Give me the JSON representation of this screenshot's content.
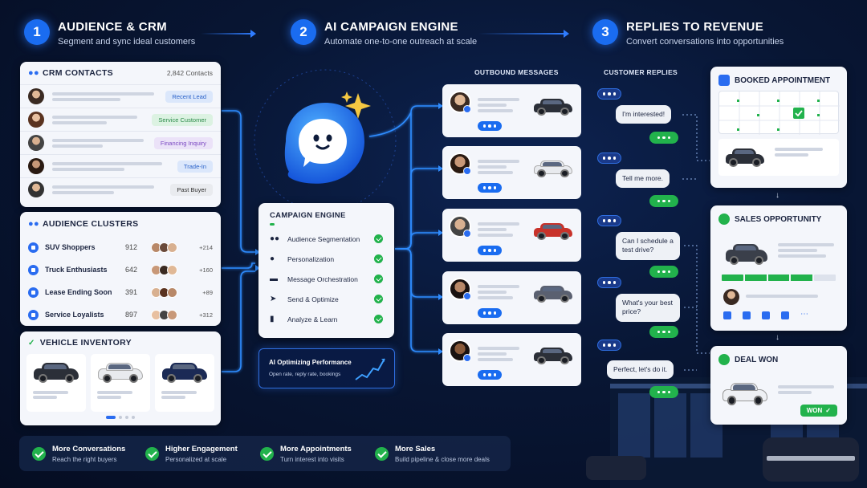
{
  "steps": [
    {
      "num": "1",
      "title": "AUDIENCE & CRM",
      "subtitle": "Segment and sync ideal customers"
    },
    {
      "num": "2",
      "title": "AI CAMPAIGN ENGINE",
      "subtitle": "Automate one-to-one outreach at scale"
    },
    {
      "num": "3",
      "title": "REPLIES TO REVENUE",
      "subtitle": "Convert conversations into opportunities"
    }
  ],
  "crm": {
    "title": "CRM CONTACTS",
    "count": "2,842 Contacts",
    "badges": [
      {
        "label": "Recent Lead",
        "bg": "#dbe7fb",
        "fg": "#2a62c9"
      },
      {
        "label": "Service Customer",
        "bg": "#dcf2e2",
        "fg": "#2a8a48"
      },
      {
        "label": "Financing Inquiry",
        "bg": "#ebe2f8",
        "fg": "#7a48c2"
      },
      {
        "label": "Trade-In",
        "bg": "#dbe7fb",
        "fg": "#2a62c9"
      },
      {
        "label": "Past Buyer",
        "bg": "#e9ebef",
        "fg": "#333"
      }
    ]
  },
  "clusters": {
    "title": "AUDIENCE CLUSTERS",
    "rows": [
      {
        "name": "SUV Shoppers",
        "count": "912",
        "extra": "+214"
      },
      {
        "name": "Truck Enthusiasts",
        "count": "642",
        "extra": "+160"
      },
      {
        "name": "Lease Ending Soon",
        "count": "391",
        "extra": "+89"
      },
      {
        "name": "Service Loyalists",
        "count": "897",
        "extra": "+312"
      }
    ]
  },
  "inventory": {
    "title": "VEHICLE INVENTORY"
  },
  "engine": {
    "title": "CAMPAIGN ENGINE",
    "items": [
      {
        "label": "Audience Segmentation",
        "icon": "people-icon"
      },
      {
        "label": "Personalization",
        "icon": "person-icon"
      },
      {
        "label": "Message Orchestration",
        "icon": "chat-icon"
      },
      {
        "label": "Send & Optimize",
        "icon": "send-icon"
      },
      {
        "label": "Analyze & Learn",
        "icon": "bar-chart-icon"
      }
    ]
  },
  "ai_perf": {
    "title": "AI Optimizing Performance",
    "subtitle": "Open rate, reply rate, bookings"
  },
  "columns": {
    "outbound": "OUTBOUND MESSAGES",
    "replies": "CUSTOMER REPLIES"
  },
  "replies": [
    "I'm interested!",
    "Tell me more.",
    "Can I schedule a test drive?",
    "What's your best price?",
    "Perfect, let's do it."
  ],
  "funnel": {
    "booked": "BOOKED APPOINTMENT",
    "opportunity": "SALES OPPORTUNITY",
    "won": "DEAL WON",
    "won_badge": "WON"
  },
  "benefits": [
    {
      "title": "More Conversations",
      "subtitle": "Reach the right buyers"
    },
    {
      "title": "Higher Engagement",
      "subtitle": "Personalized at scale"
    },
    {
      "title": "More Appointments",
      "subtitle": "Turn interest into visits"
    },
    {
      "title": "More Sales",
      "subtitle": "Build pipeline & close more deals"
    }
  ],
  "colors": {
    "accent": "#1a6cf0",
    "success": "#22b24c",
    "bg": "#081634"
  }
}
